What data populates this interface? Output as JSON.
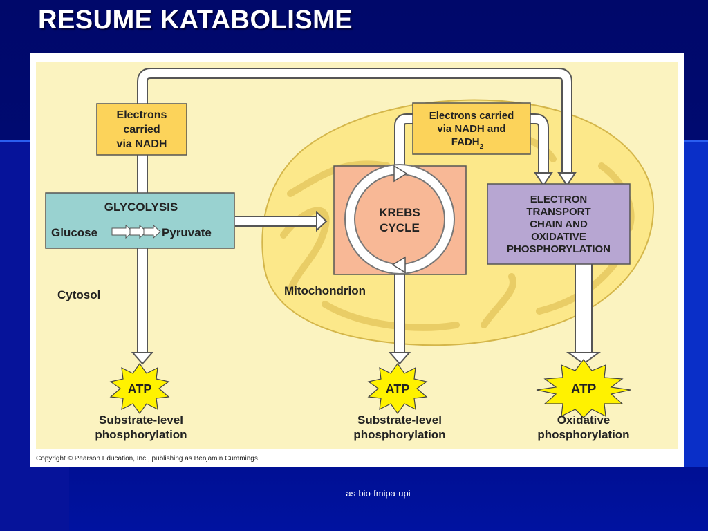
{
  "slide": {
    "title": "RESUME KATABOLISME",
    "footer": "as-bio-fmipa-upi"
  },
  "diagram": {
    "electrons_nadh": [
      "Electrons",
      "carried",
      "via NADH"
    ],
    "electrons_nadh_fadh": {
      "line1": "Electrons carried",
      "line2": "via NADH and",
      "line3": "FADH",
      "line3_sub": "2"
    },
    "glycolysis": {
      "title": "GLYCOLYSIS",
      "glucose": "Glucose",
      "pyruvate": "Pyruvate"
    },
    "krebs": [
      "KREBS",
      "CYCLE"
    ],
    "etc": [
      "ELECTRON",
      "TRANSPORT",
      "CHAIN AND",
      "OXIDATIVE",
      "PHOSPHORYLATION"
    ],
    "cytosol": "Cytosol",
    "mitochondrion": "Mitochondrion",
    "atp_label": "ATP",
    "outputs": [
      {
        "line1": "Substrate-level",
        "line2": "phosphorylation"
      },
      {
        "line1": "Substrate-level",
        "line2": "phosphorylation"
      },
      {
        "line1": "Oxidative",
        "line2": "phosphorylation"
      }
    ],
    "copyright": "Copyright © Pearson Education, Inc., publishing as Benjamin Cummings."
  },
  "colors": {
    "background": "#000a6e",
    "figure_bg": "#fbf3c0",
    "mitochondrion": "#fce88a",
    "label_box": "#fcd35a",
    "glycolysis_box": "#99d2d0",
    "krebs_box": "#f8b896",
    "etc_box": "#b7a6d2",
    "atp_burst": "#fff200"
  }
}
